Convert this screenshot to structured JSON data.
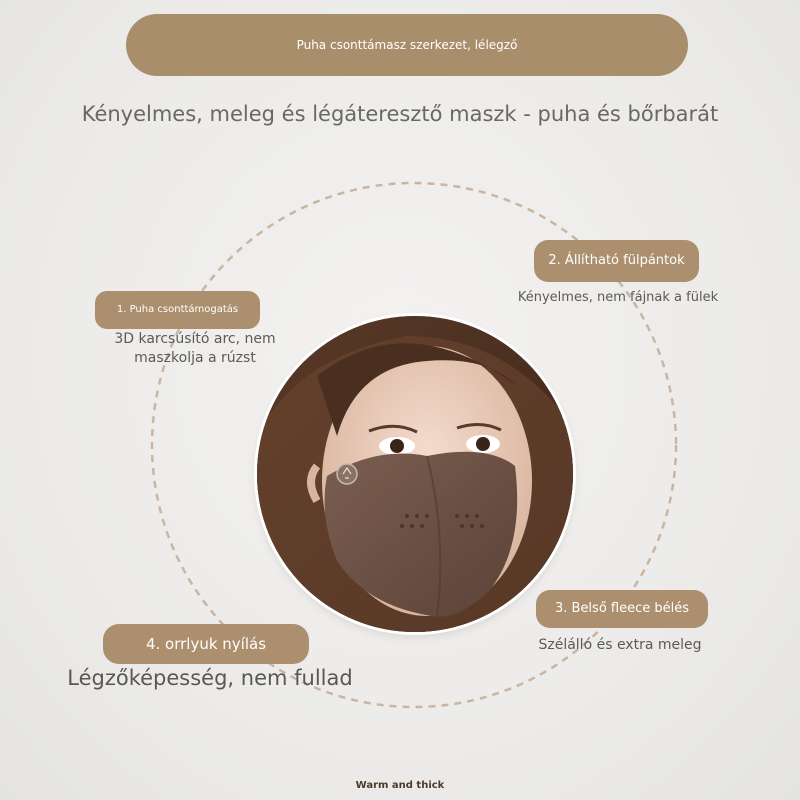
{
  "banner": {
    "text": "Puha csonttámasz szerkezet, lélegző"
  },
  "subtitle": "Kényelmes, meleg és légáteresztő maszk - puha és bőrbarát",
  "features": [
    {
      "title": "1. Puha csonttámogatás",
      "description": "3D karcsúsító arc, nem maszkolja a rúzst"
    },
    {
      "title": "2. Állítható fülpántok",
      "description": "Kényelmes, nem fájnak a fülek"
    },
    {
      "title": "3. Belső fleece bélés",
      "description": "Szélálló és extra meleg"
    },
    {
      "title": "4. orrlyuk nyílás",
      "description": "Légzőképesség, nem fullad"
    }
  ],
  "footer": "Warm and thick",
  "colors": {
    "accent": "#a98e6c",
    "mask": "#6e5446",
    "background": "#ebeae8"
  }
}
